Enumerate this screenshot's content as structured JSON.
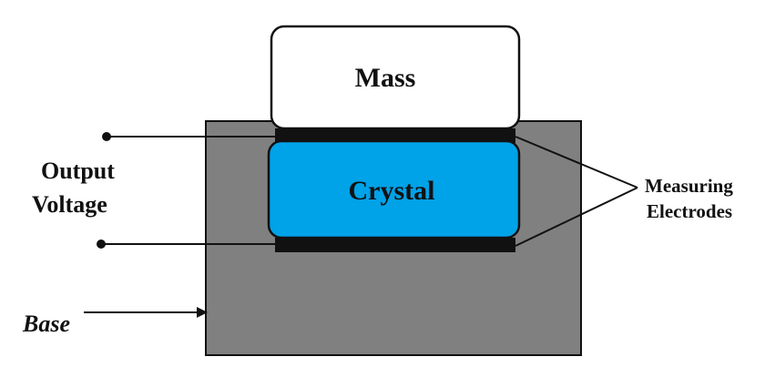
{
  "labels": {
    "mass": "Mass",
    "crystal": "Crystal",
    "output_voltage_line1": "Output",
    "output_voltage_line2": "Voltage",
    "measuring_line1": "Measuring",
    "measuring_line2": "Electrodes",
    "base": "Base"
  },
  "colors": {
    "base_fill": "#808080",
    "crystal_fill": "#00A2E8",
    "mass_fill": "#FFFFFF",
    "electrode_fill": "#111111",
    "line": "#111111"
  }
}
